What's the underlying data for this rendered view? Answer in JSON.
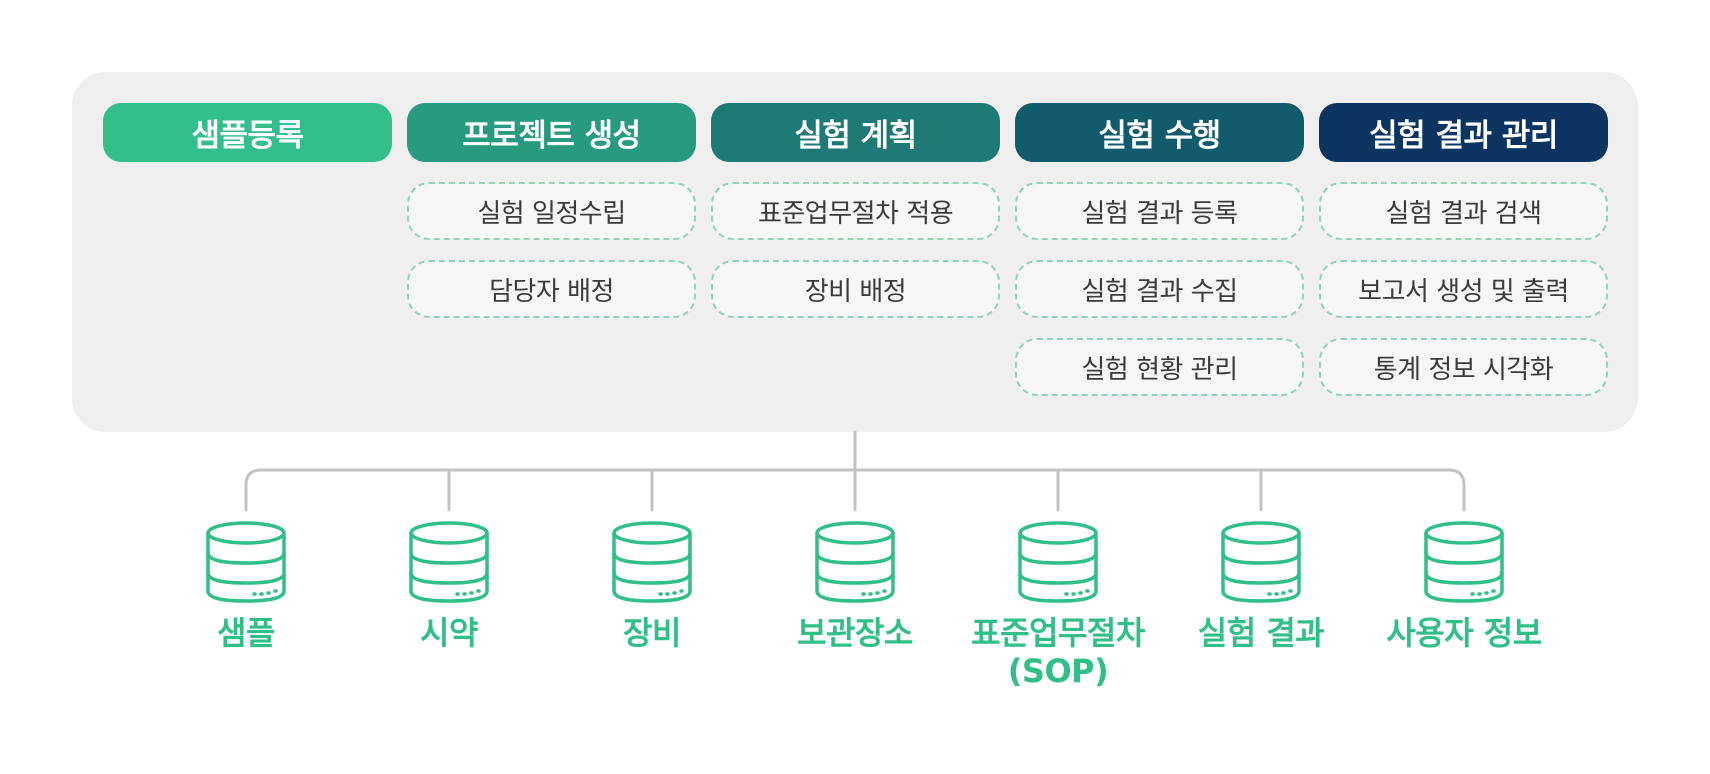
{
  "columns": [
    {
      "title": "샘플등록",
      "color": "#33bf8b",
      "items": []
    },
    {
      "title": "프로젝트 생성",
      "color": "#289a80",
      "items": [
        "실험 일정수립",
        "담당자 배정"
      ]
    },
    {
      "title": "실험 계획",
      "color": "#1f7a76",
      "items": [
        "표준업무절차 적용",
        "장비 배정"
      ]
    },
    {
      "title": "실험 수행",
      "color": "#125b6c",
      "items": [
        "실험 결과 등록",
        "실험 결과 수집",
        "실험 현황 관리"
      ]
    },
    {
      "title": "실험 결과 관리",
      "color": "#0b3560",
      "items": [
        "실험 결과 검색",
        "보고서 생성 및 출력",
        "통계 정보 시각화"
      ]
    }
  ],
  "databases": [
    {
      "label": "샘플"
    },
    {
      "label": "시약"
    },
    {
      "label": "장비"
    },
    {
      "label": "보관장소"
    },
    {
      "label": "표준업무절차\n(SOP)"
    },
    {
      "label": "실험 결과"
    },
    {
      "label": "사용자 정보"
    }
  ],
  "colors": {
    "db_icon": "#2fbf87",
    "connector": "#c3c3c3",
    "dashed_border": "#8fd5b4"
  },
  "icons": {
    "database": "database-icon"
  }
}
